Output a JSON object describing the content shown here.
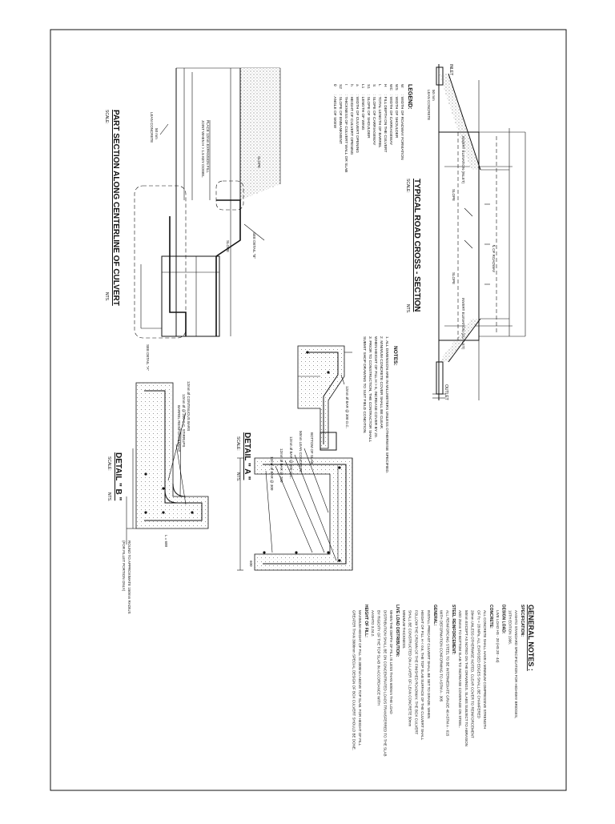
{
  "section": {
    "title": "TYPICAL ROAD CROSS - SECTION",
    "scale_label": "SCALE:",
    "scale_value": "NTS.",
    "inlet_label": "INLET",
    "outlet_label": "OUTLET",
    "inlet_elev": "INVERT ELEVATION (INLET)",
    "outlet_elev": "INVERT ELEVATION (OUTLET)",
    "slope1": "SLOPE",
    "slope2": "SLOPE",
    "centerline": "℄ OF ROADWAY",
    "lean": "LEAN CONCRETE",
    "lean_thk": "50 mm"
  },
  "legend": {
    "title": "LEGEND:",
    "items": [
      {
        "sym": "W",
        "text": "WIDTH OF ROADWAY FORMATION"
      },
      {
        "sym": "WS",
        "text": "WIDTH OF SHOULDER"
      },
      {
        "sym": "WC",
        "text": "WIDTH OF CARRIAGEWAY"
      },
      {
        "sym": "H",
        "text": "FILL DEPTH ON THE CULVERT"
      },
      {
        "sym": "L",
        "text": "TOTAL LENGTH OF BARREL"
      },
      {
        "sym": "S",
        "text": "SLOPE OF CARRIAGEWAY"
      },
      {
        "sym": "S1",
        "text": "SLOPE OF SHOULDER"
      },
      {
        "sym": "L1",
        "text": "LENGTH OF WING"
      },
      {
        "sym": "a",
        "text": "WIDTH OF CULVERT OPENING"
      },
      {
        "sym": "h",
        "text": "HEIGHT OF CULVERT OPENING"
      },
      {
        "sym": "t",
        "text": "THICKNESS OF CULVERT WALL OR SLAB"
      },
      {
        "sym": "S2",
        "text": "SLOPE OF EMBANKMENT"
      },
      {
        "sym": "θ",
        "text": "ANGLE OF SKEW"
      }
    ]
  },
  "notes": {
    "title": "NOTES:",
    "items": [
      "1.  ALL DIMENSION ARE IN MILLIMETERS UNLESS OTHERWISE SPECIFIED.",
      "2.  MINIMUM CONCRETE COVER SHALL BE CLEAR.",
      "     WHEN HEIGHT OF FILL H > 6, INCREASE COVER BY 20.",
      "3.  PRIOR TO CONSTRUCTION, THE CONTRACTOR SHALL",
      "     SUBMIT SHOP DRAWING TO SUIT FIELD CONDITION."
    ]
  },
  "part_section": {
    "title": "PART SECTION ALONG CENTERLINE OF CULVERT",
    "scale_label": "SCALE:",
    "scale_value": "NTS.",
    "slope": "SLOPE",
    "see_detail_b": "SEE DETAIL \"B\"",
    "see_detail_a": "SEE DETAIL \"A\"",
    "joint_note_1": "PLACE 12mm EXPANSION FILL",
    "joint_note_2": "JOINT WHEN H > 1.5 KEY DOWEL",
    "lean": "LEAN CONCRETE",
    "lean_thk": "50 mm"
  },
  "detail_a": {
    "title": "DETAIL \" A \"",
    "scale_label": "SCALE:",
    "scale_value": "NTS.",
    "labels": [
      "12mm Ø BAR @ 300 O.C.",
      "BOTTOM OF SLAB",
      "50mm LEAN CONCRETE",
      "12mm Ø BAR @ 300 O.C.",
      "12mm Ø BAR @ 200",
      "12mm Ø BAR @ 300"
    ],
    "dim": "600"
  },
  "detail_b": {
    "title": "DETAIL \" B \"",
    "scale_label": "SCALE:",
    "scale_value": "NTS.",
    "labels": [
      "12mm Ø CONTINUOUS BARS",
      "12mm Ø @ 200 O.C. STIRRUPS",
      "BARREL REINFORCEMENT"
    ],
    "round_note_1": "ROUND TO APPROXIMATE 150mm RADIUS",
    "round_note_2": "(FOR FILLET PORTION ONLY)",
    "dim": "L = 600"
  },
  "general_notes": {
    "title": "GENERAL NOTES :",
    "lines": [
      {
        "head": true,
        "text": "SPECIFICATION:"
      },
      {
        "head": false,
        "text": "AASHTO STANDARD SPECIFICATION FOR HIGHWAY BRIDGES,"
      },
      {
        "head": false,
        "text": "16TH EDITION 1996."
      },
      {
        "head": true,
        "text": "DESIGN LOAD:"
      },
      {
        "head": false,
        "text": "LIVE LOAD HS - 20 (HS 20 - 44)"
      },
      {
        "head": true,
        "text": "CONCRETE:"
      },
      {
        "head": false,
        "text": "ALL CONCRETE SHALL HAVE A MINIMUM COMPRESSIVE STRENGTH"
      },
      {
        "head": false,
        "text": "OF f'c = 28 MPa. ALL EXPOSED EDGES SHALL BE CHAMFERED"
      },
      {
        "head": false,
        "text": "20mm UNLESS OTHERWISE NOTED. CLEAR COVER TO REINFORCEMENT"
      },
      {
        "head": false,
        "text": "50mm EXCEPT AS NOTED ON THE DRAWINGS. SLABS SUBJECT TO ABRASION"
      },
      {
        "head": false,
        "text": "ADD 25mm TO BOTTOM SLAB TO INCREASE COVERAGE ON STEEL."
      },
      {
        "head": true,
        "text": "STEEL REINFORCEMENT:"
      },
      {
        "head": false,
        "text": "ALL REINFORCING STEEL TO BE INTERMEDIATE GRADE 40 ASTM A - 615"
      },
      {
        "head": false,
        "text": "WITH DEFORMATION CONFORMING TO ASTM A - 305"
      },
      {
        "head": true,
        "text": "GENERAL:"
      },
      {
        "head": false,
        "text": "INSTALL PRECAST CULVERT SHALL BE SET TO GRADE. WHEN"
      },
      {
        "head": false,
        "text": "HEIGHT OF FILL H < 0.6, THE TOP SLAB SURFACE OF THE CULVERT SHALL"
      },
      {
        "head": false,
        "text": "FOLLOW THE CROWN OF THE FINISHED ROADWAY. THE BOX CULVERT"
      },
      {
        "head": false,
        "text": "SHALL BE CONSTRUCTED ON A LAYER OF LEAN CONCRETE 50mm"
      },
      {
        "head": false,
        "text": "MINIMUM THICKNESS."
      },
      {
        "head": true,
        "text": "LIVE LOAD DISTRIBUTION:"
      },
      {
        "head": false,
        "text": "WHEN THE DEPTH OF FILL IS LESS THAN 600mm THE LOAD"
      },
      {
        "head": false,
        "text": "DISTRIBUTION SHALL BE ON CONCENTRATED LOADS TRANSFERRED TO THE SLAB"
      },
      {
        "head": false,
        "text": "BY RIGIDITY OF THE TOP SLAB IN ACCORDANCE WITH"
      },
      {
        "head": false,
        "text": "AASHTO 3.24.2."
      },
      {
        "head": true,
        "text": "HEIGHT OF FILL:"
      },
      {
        "head": false,
        "text": "MAXIMUM HEIGHT OF FILL IS 3000mm ABOVE TOP SLAB. FOR HEIGHT OF FILL"
      },
      {
        "head": false,
        "text": "GREATER THAN 3000mm SPECIAL DESIGN OF BOX CULVERT SHOULD BE DONE."
      }
    ]
  }
}
